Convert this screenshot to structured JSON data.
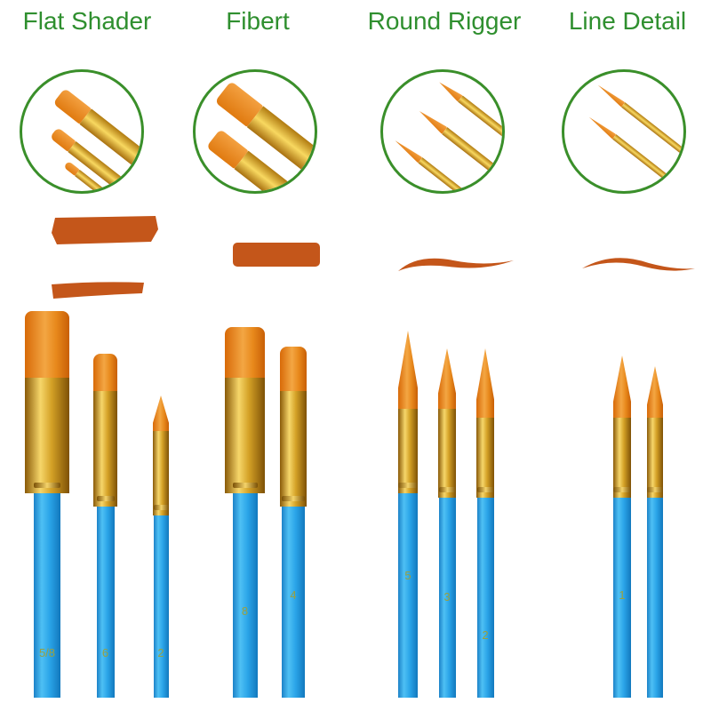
{
  "categories": [
    {
      "title": "Flat Shader",
      "brush_numbers": [
        "5/8",
        "6",
        "2"
      ]
    },
    {
      "title": "Fibert",
      "brush_numbers": [
        "8",
        "4"
      ]
    },
    {
      "title": "Round Rigger",
      "brush_numbers": [
        "5",
        "3",
        "2"
      ]
    },
    {
      "title": "Line Detail",
      "brush_numbers": [
        "1",
        ""
      ]
    }
  ],
  "colors": {
    "title": "#2f8f2f",
    "paint": "#c4561a",
    "handle": "#2aa4e8",
    "bristle": "#e8891c"
  }
}
